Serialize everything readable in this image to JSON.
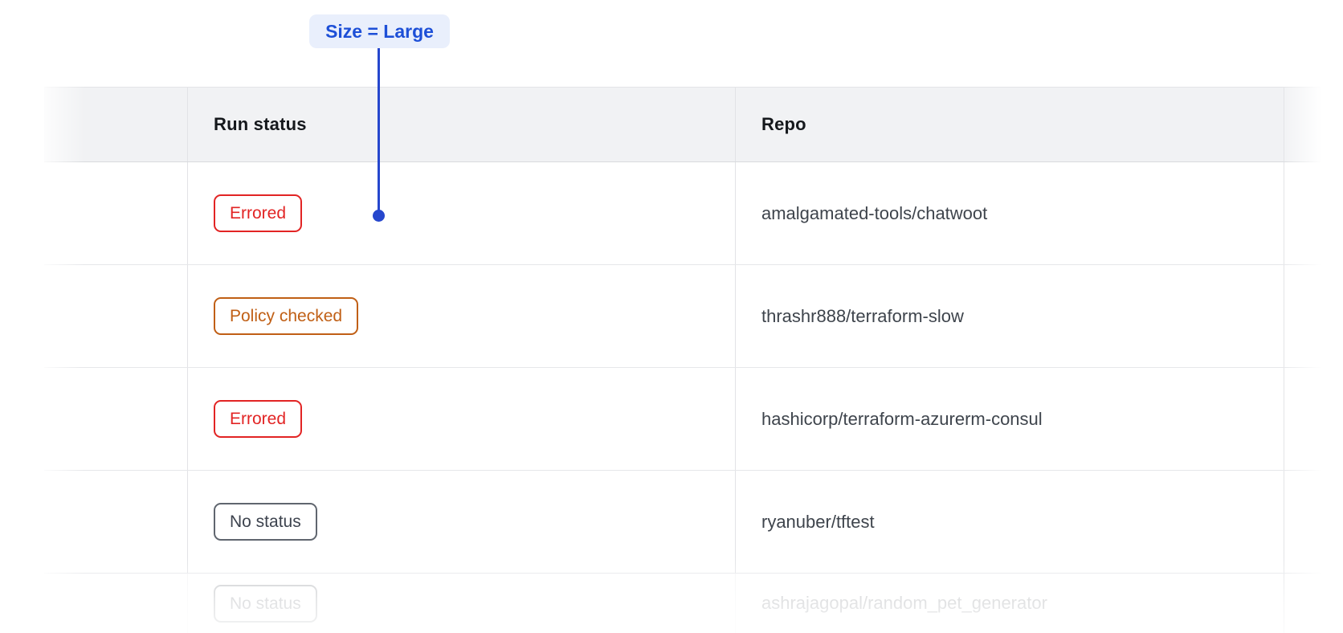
{
  "annotation": {
    "label": "Size = Large"
  },
  "table": {
    "headers": {
      "run_status": "Run status",
      "repo": "Repo"
    },
    "rows": [
      {
        "status": "Errored",
        "status_type": "errored",
        "repo": "amalgamated-tools/chatwoot"
      },
      {
        "status": "Policy checked",
        "status_type": "policy",
        "repo": "thrashr888/terraform-slow"
      },
      {
        "status": "Errored",
        "status_type": "errored",
        "repo": "hashicorp/terraform-azurerm-consul"
      },
      {
        "status": "No status",
        "status_type": "none",
        "repo": "ryanuber/tftest"
      },
      {
        "status": "No status",
        "status_type": "none",
        "repo": "ashrajagopal/random_pet_generator"
      }
    ]
  },
  "colors": {
    "annotation_text": "#1d4fd7",
    "annotation_bg": "#e9effc",
    "annotation_line": "#2647cd",
    "badge_errored": "#e22424",
    "badge_policy_checked": "#c05f15",
    "badge_no_status_text": "#3d434e",
    "badge_no_status_border": "#60666f",
    "header_bg": "#f1f2f4",
    "repo_text": "#3e444c"
  }
}
